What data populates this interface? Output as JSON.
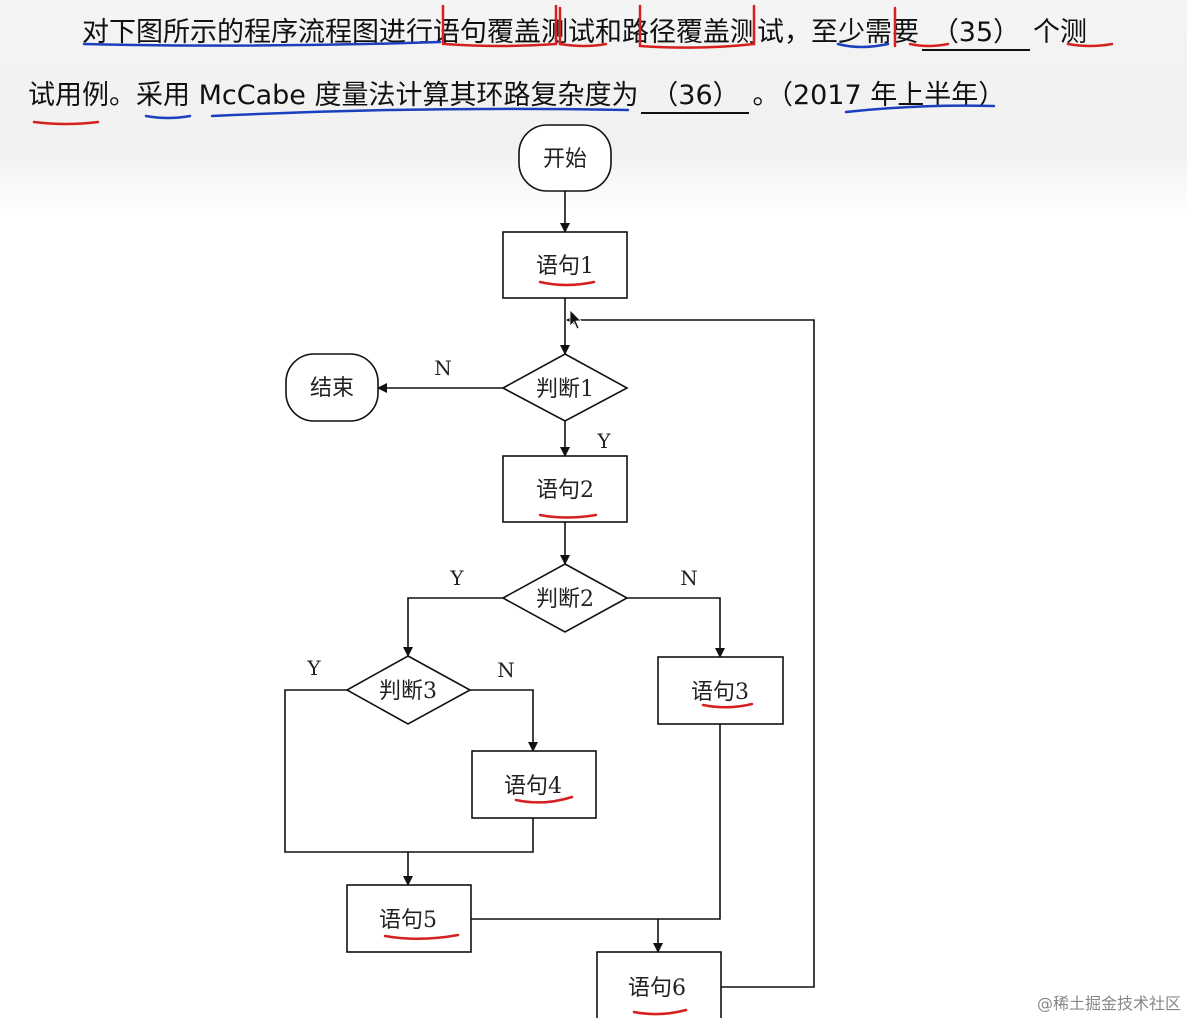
{
  "question": {
    "line1_prefix": "对下图所示的程序流程图进行语句覆盖测试和路径覆盖测试，至少需要",
    "blank35": "（35）",
    "line1_suffix": "个测",
    "line2_prefix": "试用例。采用 McCabe 度量法计算其环路复杂度为",
    "blank36": "（36）",
    "line2_suffix": "。（2017 年上半年）"
  },
  "flowchart": {
    "start": "开始",
    "end": "结束",
    "stmt1": "语句1",
    "stmt2": "语句2",
    "stmt3": "语句3",
    "stmt4": "语句4",
    "stmt5": "语句5",
    "stmt6": "语句6",
    "judge1": "判断1",
    "judge2": "判断2",
    "judge3": "判断3",
    "label_n1": "N",
    "label_y1": "Y",
    "label_y2": "Y",
    "label_n2": "N",
    "label_y3": "Y",
    "label_n3": "N"
  },
  "annotation_colors": {
    "red": "#d62020",
    "blue": "#1a3fbf"
  },
  "watermark": "@稀土掘金技术社区"
}
